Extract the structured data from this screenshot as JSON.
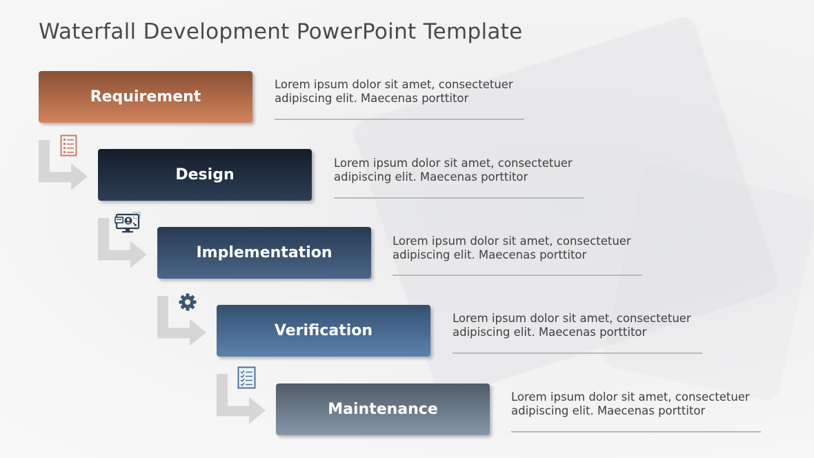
{
  "slide": {
    "title": "Waterfall Development PowerPoint Template"
  },
  "stages": [
    {
      "label": "Requirement",
      "description_line1": "Lorem ipsum dolor sit amet, consectetuer",
      "description_line2": "adipiscing elit. Maecenas porttitor",
      "icon": "checklist-icon",
      "gradient_top": "#8a4f35",
      "gradient_bottom": "#d2835c"
    },
    {
      "label": "Design",
      "description_line1": "Lorem ipsum dolor sit amet, consectetuer",
      "description_line2": "adipiscing elit. Maecenas porttitor",
      "icon": "monitor-user-icon",
      "gradient_top": "#141d2a",
      "gradient_bottom": "#2c3e55"
    },
    {
      "label": "Implementation",
      "description_line1": "Lorem ipsum dolor sit amet, consectetuer",
      "description_line2": "adipiscing elit. Maecenas porttitor",
      "icon": "gear-icon",
      "gradient_top": "#273a52",
      "gradient_bottom": "#4b6688"
    },
    {
      "label": "Verification",
      "description_line1": "Lorem ipsum dolor sit amet, consectetuer",
      "description_line2": "adipiscing elit. Maecenas porttitor",
      "icon": "task-list-icon",
      "gradient_top": "#34506f",
      "gradient_bottom": "#5c82ad"
    },
    {
      "label": "Maintenance",
      "description_line1": "Lorem ipsum dolor sit amet, consectetuer",
      "description_line2": "adipiscing elit. Maecenas porttitor",
      "gradient_top": "#4f5b69",
      "gradient_bottom": "#8797a8"
    }
  ],
  "colors": {
    "accent_orange": "#c8805f",
    "icon_dark": "#3b4f69",
    "icon_blue": "#4d7098",
    "arrow_gray": "#d6d6d6",
    "title_text": "#4a4a4a",
    "body_text": "#404040"
  }
}
